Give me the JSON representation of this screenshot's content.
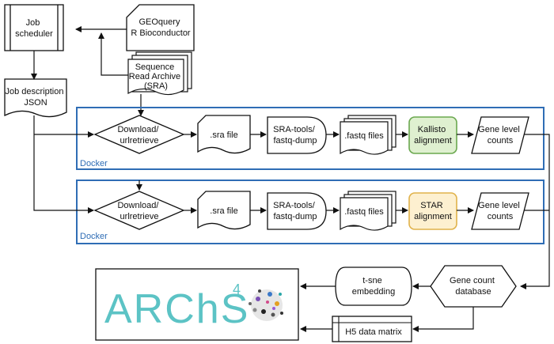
{
  "nodes": {
    "job_scheduler": [
      "Job",
      "scheduler"
    ],
    "geoquery": [
      "GEOquery",
      "R Bioconductor"
    ],
    "sra": [
      "Sequence",
      "Read Archive",
      "(SRA)"
    ],
    "job_description": [
      "Job description",
      "JSON"
    ],
    "gene_count_db": [
      "Gene count",
      "database"
    ],
    "tsne": [
      "t-sne",
      "embedding"
    ],
    "h5_matrix": [
      "H5 data matrix"
    ],
    "logo": {
      "text": "ARChS",
      "superscript": "4",
      "color": "#5cc3c5"
    }
  },
  "pipelines": [
    {
      "container_label": "Docker",
      "steps": [
        {
          "lines": [
            "Download/",
            "urlretrieve"
          ]
        },
        {
          "lines": [
            ".sra file"
          ]
        },
        {
          "lines": [
            "SRA-tools/",
            "fastq-dump"
          ]
        },
        {
          "lines": [
            ".fastq files"
          ]
        },
        {
          "lines": [
            "Kallisto",
            "alignment"
          ],
          "fill": "#dff0d0",
          "stroke": "#6aa84f"
        },
        {
          "lines": [
            "Gene level",
            "counts"
          ]
        }
      ]
    },
    {
      "container_label": "Docker",
      "steps": [
        {
          "lines": [
            "Download/",
            "urlretrieve"
          ]
        },
        {
          "lines": [
            ".sra file"
          ]
        },
        {
          "lines": [
            "SRA-tools/",
            "fastq-dump"
          ]
        },
        {
          "lines": [
            ".fastq files"
          ]
        },
        {
          "lines": [
            "STAR",
            "alignment"
          ],
          "fill": "#fdf0d0",
          "stroke": "#e0b24a"
        },
        {
          "lines": [
            "Gene level",
            "counts"
          ]
        }
      ]
    }
  ],
  "colors": {
    "docker_border": "#2f6db5",
    "docker_label": "#2f6db5",
    "line": "#111111"
  }
}
